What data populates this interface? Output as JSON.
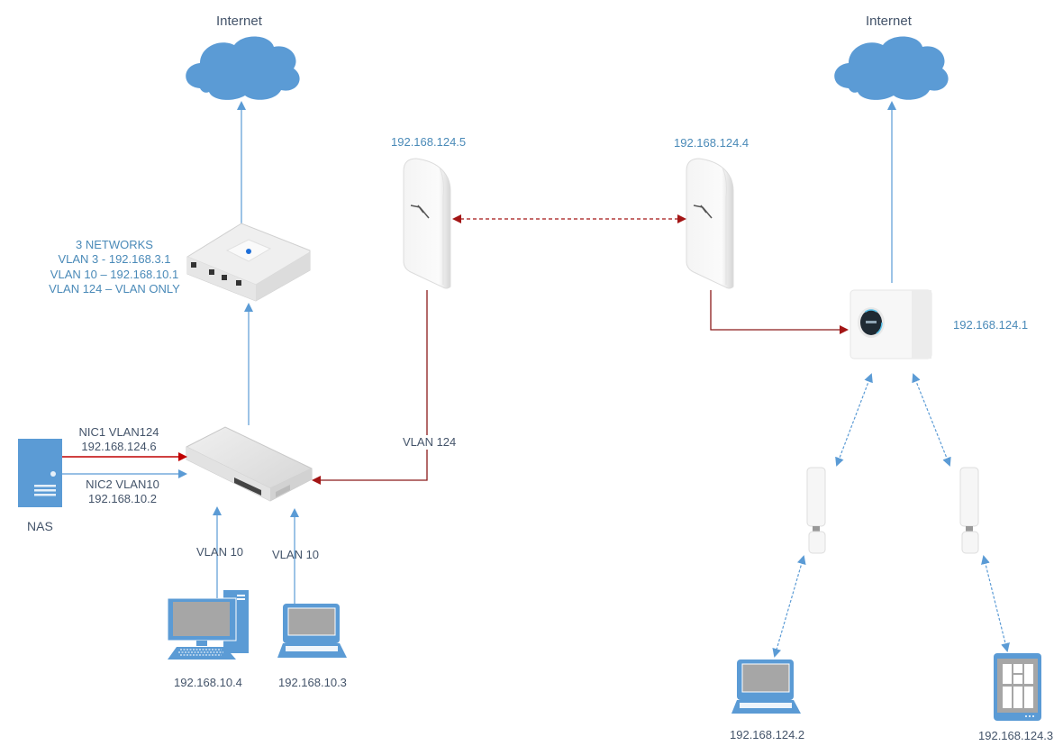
{
  "colors": {
    "blue_link": "#5b9bd5",
    "red_link": "#c00000",
    "dark_red_link": "#8b1a1a",
    "device_blue": "#5b9bd5",
    "screen_gray": "#a6a6a6",
    "label_dark": "#44546a",
    "label_blue": "#4a8ab8"
  },
  "left_site": {
    "internet_label": "Internet",
    "gateway_label": {
      "title": "3 NETWORKS",
      "lines": [
        "VLAN 3 - 192.168.3.1",
        "VLAN 10 – 192.168.10.1",
        "VLAN 124 – VLAN ONLY"
      ]
    },
    "nas": {
      "label": "NAS",
      "nic1": [
        "NIC1 VLAN124",
        "192.168.124.6"
      ],
      "nic2": [
        "NIC2 VLAN10",
        "192.168.10.2"
      ]
    },
    "desktop": {
      "link_label": "VLAN 10",
      "ip": "192.168.10.4"
    },
    "laptop": {
      "link_label": "VLAN 10",
      "ip": "192.168.10.3"
    },
    "bridge_link_label": "VLAN 124"
  },
  "bridge": {
    "left_ap_ip": "192.168.124.5",
    "right_ap_ip": "192.168.124.4"
  },
  "right_site": {
    "internet_label": "Internet",
    "router_ip": "192.168.124.1",
    "laptop_ip": "192.168.124.2",
    "tablet_ip": "192.168.124.3"
  }
}
